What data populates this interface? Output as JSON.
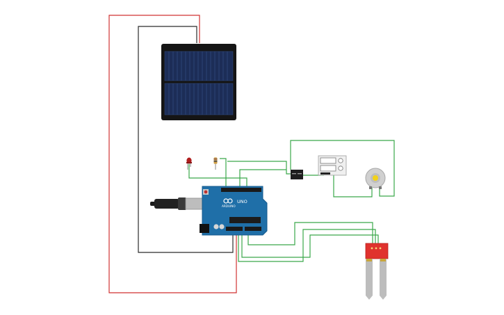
{
  "board": {
    "brand": "ARDUINO",
    "model": "UNO"
  },
  "colors": {
    "wire_power": "#d03232",
    "wire_ground": "#2b2b2b",
    "wire_signal": "#3aa84a",
    "arduino_blue": "#1f6fa8",
    "solar_cell": "#1c2d57",
    "sensor_red": "#e0322e"
  },
  "components": [
    "solar-panel",
    "arduino-uno",
    "usb-cable",
    "red-led",
    "resistor",
    "relay-module",
    "lcd-module",
    "dc-motor",
    "soil-moisture-sensor"
  ]
}
